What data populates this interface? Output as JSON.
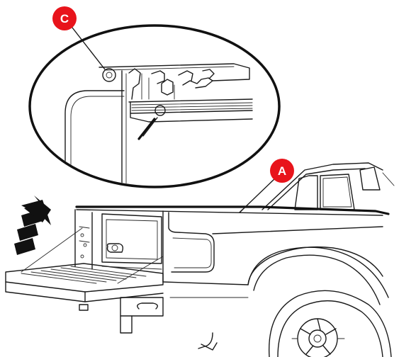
{
  "callouts": [
    {
      "id": "C",
      "label": "C"
    },
    {
      "id": "A",
      "label": "A"
    }
  ],
  "colors": {
    "callout_fill": "#e8141b",
    "line": "#1a1a1a",
    "background": "#ffffff"
  },
  "icons": {
    "motion_arrow": "curved-arrow-up-icon"
  }
}
